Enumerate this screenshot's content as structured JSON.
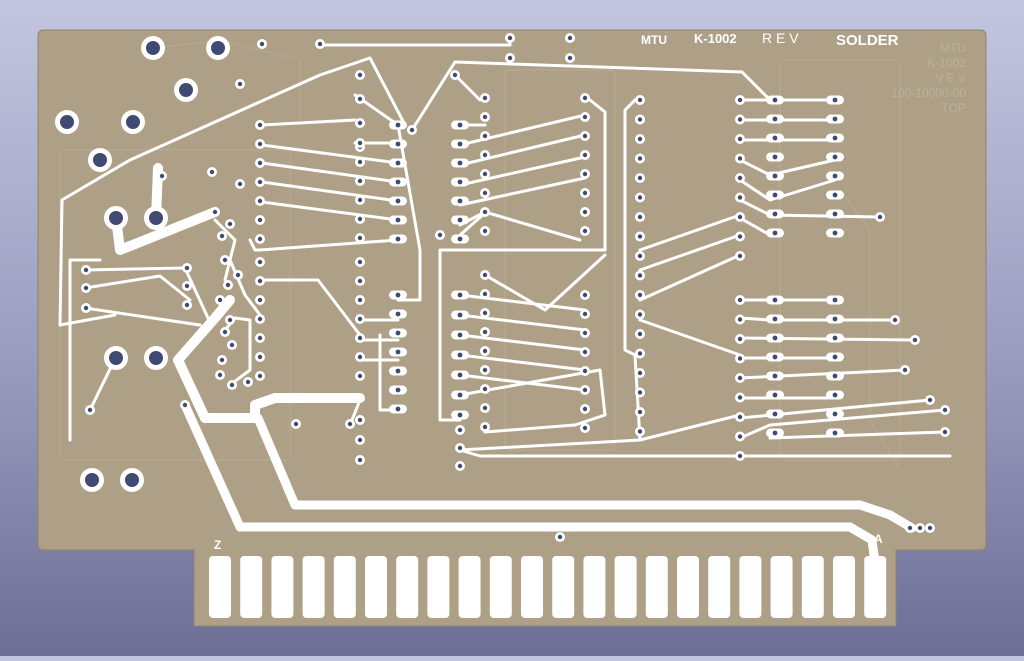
{
  "board": {
    "mfr_label": "MTU",
    "part_label": "K-1002",
    "rev_label": "R E V",
    "side_label": "SOLDER",
    "edge_left_label": "Z",
    "edge_right_label": "A",
    "ghost_lines": [
      "MTU",
      "K-1002",
      "V E V",
      "100-10000-00",
      "TOP"
    ]
  },
  "colors": {
    "substrate": "#ada086",
    "copper": "#ffffff",
    "hole": "#414a73",
    "silkscreen": "#ffffff",
    "background_top": "#c3c6df",
    "background_bottom": "#6c6e95"
  }
}
